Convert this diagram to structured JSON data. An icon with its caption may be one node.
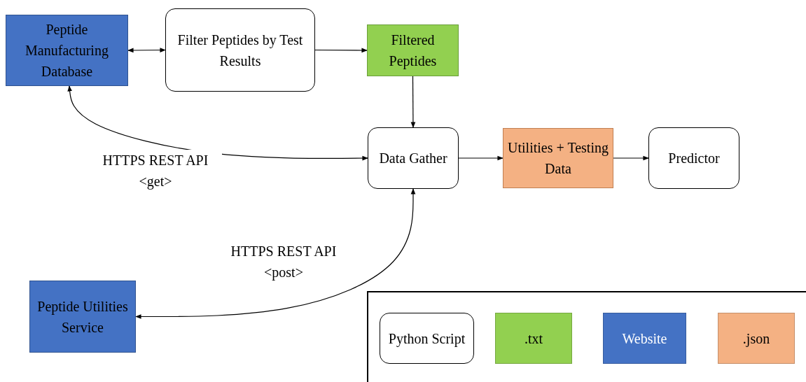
{
  "diagram": {
    "nodes": [
      {
        "text": [
          "Peptide Manufacturing Database"
        ]
      },
      {
        "text": [
          "Filter Peptides by Test Results"
        ]
      },
      {
        "text": [
          "Filtered Peptides"
        ]
      },
      {
        "text": [
          "Data Gather"
        ]
      },
      {
        "text": [
          "Utilities + Testing Data"
        ]
      },
      {
        "text": [
          "Predictor"
        ]
      },
      {
        "text": [
          "Peptide Utilities Service"
        ]
      }
    ],
    "edges": [
      {
        "from": 0,
        "to": 1,
        "arrow": "both"
      },
      {
        "from": 1,
        "to": 2,
        "arrow": "to"
      },
      {
        "from": 2,
        "to": 3,
        "arrow": "to"
      },
      {
        "from": 0,
        "to": 3,
        "arrow": "both",
        "label": "HTTPS REST API <get>"
      },
      {
        "from": 3,
        "to": 6,
        "arrow": "both",
        "label": "HTTPS REST API <post>"
      },
      {
        "from": 3,
        "to": 4,
        "arrow": "to"
      },
      {
        "from": 4,
        "to": 5,
        "arrow": "to"
      }
    ],
    "legend": [
      {
        "text": "Python Script",
        "color": "#ffffff"
      },
      {
        "text": ".txt",
        "color": "#92d050"
      },
      {
        "text": "Website",
        "color": "#4472c4"
      },
      {
        "text": ".json",
        "color": "#f4b183"
      }
    ]
  }
}
